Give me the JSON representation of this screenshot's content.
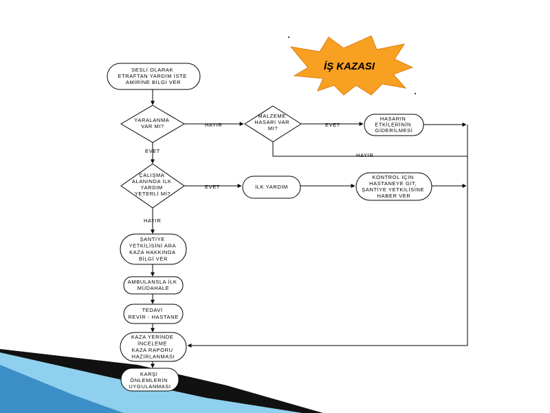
{
  "title": "İŞ KAZASI",
  "colors": {
    "burst_fill": "#F7A021",
    "burst_stroke": "#E07C10",
    "line": "#000000",
    "deco_dark": "#111111",
    "deco_light": "#8FD0EE",
    "deco_mid": "#3B8FC6"
  },
  "nodes": {
    "start": [
      "SESLİ OLARAK",
      "ETRAFTAN YARDIM İSTE",
      "AMİRİNE BİLGİ VER"
    ],
    "q_injury": [
      "YARALANMA",
      "VAR MI?"
    ],
    "q_material": [
      "MALZEME",
      "HASARI VAR",
      "MI?"
    ],
    "fix_damage": [
      "HASARIN",
      "ETKİLERİNİN",
      "GİDERİLMESİ"
    ],
    "q_first_aid": [
      "ÇALIŞMA",
      "ALANINDA İLK",
      "YARDIM",
      "YETERLİ Mİ?"
    ],
    "first_aid": [
      "İLK YARDIM"
    ],
    "hospital_check": [
      "KONTROL İÇİN",
      "HASTANEYE GİT,",
      "ŞANTİYE YETKİLİSİNE",
      "HABER VER"
    ],
    "call_site": [
      "ŞANTİYE",
      "YETKİLİSİNİ ARA",
      "KAZA HAKKINDA",
      "BİLGİ VER"
    ],
    "ambulance": [
      "AMBULANSLA İLK",
      "MÜDAHALE"
    ],
    "treatment": [
      "TEDAVİ",
      "REVİR - HASTANE"
    ],
    "report": [
      "KAZA YERİNDE",
      "İNCELEME",
      "KAZA RAPORU",
      "HAZIRLANMASI"
    ],
    "measures": [
      "KARŞI",
      "ÖNLEMLERİN",
      "UYGULANMASI"
    ]
  },
  "edge_labels": {
    "injury_no": "HAYIR",
    "injury_yes": "EVET",
    "material_yes": "EVET",
    "material_no": "HAYIR",
    "first_aid_yes": "EVET",
    "first_aid_no": "HAYIR"
  }
}
